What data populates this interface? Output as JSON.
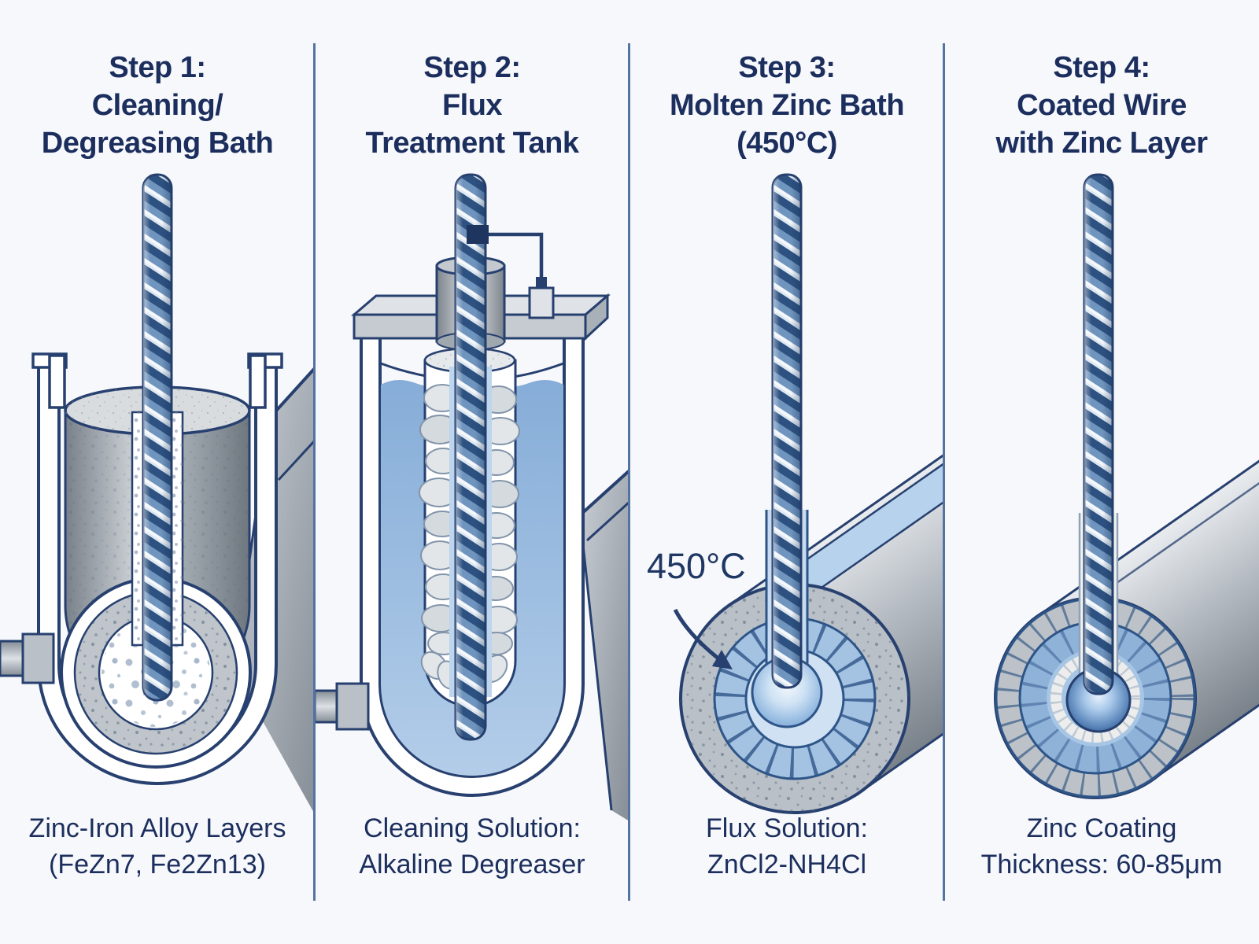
{
  "panels": [
    {
      "name": "cleaning-degreasing-bath",
      "header": {
        "line1": "Step 1:",
        "line2": "Cleaning/",
        "line3": "Degreasing Bath"
      },
      "caption": {
        "line1": "Zinc-Iron Alloy Layers",
        "line2": "(FeZn7, Fe2Zn13)"
      }
    },
    {
      "name": "flux-treatment-tank",
      "header": {
        "line1": "Step 2:",
        "line2": "Flux",
        "line3": "Treatment Tank"
      },
      "caption": {
        "line1": "Cleaning Solution:",
        "line2": "Alkaline Degreaser"
      }
    },
    {
      "name": "molten-zinc-bath",
      "header": {
        "line1": "Step 3:",
        "line2": "Molten Zinc Bath",
        "line3": "(450°C)"
      },
      "caption": {
        "line1": "Flux Solution:",
        "line2": "ZnCl2-NH4Cl"
      },
      "annotation": {
        "temperature": "450°C"
      }
    },
    {
      "name": "coated-wire-zinc-layer",
      "header": {
        "line1": "Step 4:",
        "line2": "Coated Wire",
        "line3": "with Zinc Layer"
      },
      "caption": {
        "line1": "Zinc Coating",
        "line2": "Thickness: 60-85μm"
      }
    }
  ],
  "colors": {
    "heading_text": "#1b2e5d",
    "divider": "#5373a3",
    "outline_navy": "#27406f",
    "liquid_blue": "#86add8",
    "molten_blue": "#b7d2ec",
    "metal_gray": "#b4bac1",
    "wire_navy": "#2d5180"
  }
}
